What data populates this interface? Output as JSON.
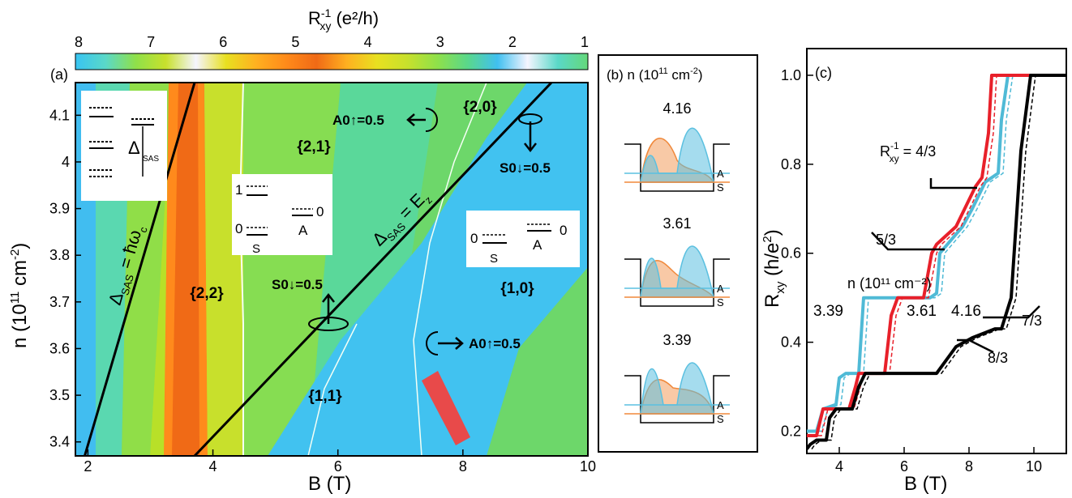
{
  "colorbar": {
    "label": "R",
    "label_sup": "-1",
    "label_sub": "xy",
    "label_units": " (e²/h)",
    "ticks": [
      "8",
      "7",
      "6",
      "5",
      "4",
      "3",
      "2",
      "1"
    ],
    "stops": [
      "#38c4f2",
      "#5ad8c8",
      "#8fe04a",
      "#c8e02c",
      "#f5f5ff",
      "#e8e020",
      "#ffb020",
      "#ff8a1a",
      "#f06a16",
      "#ffb020",
      "#e8e020",
      "#c8e02c",
      "#8fe04a",
      "#5ad88a",
      "#40c0f0",
      "#f5f5ff",
      "#5ad8c8",
      "#64d87a"
    ]
  },
  "panel_a": {
    "label": "(a)",
    "xlabel": "B (T)",
    "ylabel_main": "n (10",
    "ylabel_sup": "11",
    "ylabel_tail": " cm",
    "ylabel_sup2": "-2",
    "ylabel_end": ")",
    "xticks": [
      "2",
      "4",
      "6",
      "8",
      "10"
    ],
    "yticks": [
      "3.4",
      "3.5",
      "3.6",
      "3.7",
      "3.8",
      "3.9",
      "4",
      "4.1"
    ],
    "regions": [
      "{2,0}",
      "{2,1}",
      "{2,2}",
      "{1,0}",
      "{1,1}"
    ],
    "annotations": {
      "a0_up_top": "A0↑=0.5",
      "s0_down_top": "S0↓=0.5",
      "s0_down_mid": "S0↓=0.5",
      "a0_up_bot": "A0↑=0.5",
      "delta": "Δ",
      "sas": "SAS",
      "eq_hw": " = ħω",
      "c": "c",
      "eq_ez": " = E",
      "z": "z",
      "inset_sas": "SAS",
      "inset_one": "1",
      "inset_zero": "0",
      "inset_zero2": "0",
      "inset_s": "S",
      "inset_a": "A",
      "inset2_zero": "0",
      "inset2_zero2": "0",
      "inset2_s": "S",
      "inset2_a": "A"
    }
  },
  "panel_b": {
    "label": "(b)",
    "title_main": "n (10",
    "title_sup": "11",
    "title_tail": " cm",
    "title_sup2": "-2",
    "title_end": ")",
    "densities": [
      "4.16",
      "3.61",
      "3.39"
    ],
    "legend_a": "A",
    "legend_s": "S",
    "colors": {
      "A": "#5bc0e0",
      "S": "#f0883a"
    }
  },
  "chart_data": {
    "type": "line",
    "title": "",
    "xlabel": "B (T)",
    "ylabel": "Rxy (h/e²)",
    "xlim": [
      3,
      11
    ],
    "ylim": [
      0.15,
      1.06
    ],
    "xticks": [
      "4",
      "6",
      "8",
      "10"
    ],
    "yticks": [
      "0.2",
      "0.4",
      "0.6",
      "0.8",
      "1.0"
    ],
    "legend_title": "n (10¹¹ cm⁻²)",
    "series": [
      {
        "name": "3.39",
        "color": "#4fbad6",
        "x": [
          3.0,
          3.3,
          3.5,
          3.9,
          4.0,
          4.2,
          4.6,
          4.75,
          4.9,
          6.8,
          7.0,
          7.1,
          7.8,
          8.1,
          8.5,
          8.9,
          9.0,
          9.2,
          11.0
        ],
        "y": [
          0.2,
          0.2,
          0.25,
          0.26,
          0.32,
          0.33,
          0.33,
          0.5,
          0.5,
          0.5,
          0.51,
          0.6,
          0.66,
          0.7,
          0.76,
          0.78,
          0.9,
          1.0,
          1.0
        ]
      },
      {
        "name": "3.61",
        "color": "#e8202a",
        "x": [
          3.0,
          3.3,
          3.5,
          4.3,
          4.5,
          4.6,
          5.4,
          5.6,
          5.8,
          6.6,
          6.85,
          7.0,
          7.6,
          8.2,
          8.4,
          8.6,
          8.7,
          11.0
        ],
        "y": [
          0.19,
          0.19,
          0.25,
          0.25,
          0.3,
          0.33,
          0.33,
          0.46,
          0.5,
          0.5,
          0.6,
          0.62,
          0.66,
          0.75,
          0.77,
          0.87,
          1.0,
          1.0
        ]
      },
      {
        "name": "4.16",
        "color": "#000000",
        "x": [
          3.0,
          3.1,
          3.3,
          3.6,
          3.7,
          3.9,
          4.4,
          4.6,
          4.8,
          7.0,
          7.4,
          7.6,
          8.1,
          8.8,
          9.0,
          9.3,
          9.6,
          9.9,
          11.0
        ],
        "y": [
          0.16,
          0.17,
          0.18,
          0.18,
          0.23,
          0.25,
          0.25,
          0.3,
          0.33,
          0.33,
          0.37,
          0.39,
          0.41,
          0.43,
          0.43,
          0.5,
          0.83,
          1.0,
          1.0
        ]
      }
    ],
    "labels": {
      "l339": "3.39",
      "l361": "3.61",
      "l416": "4.16",
      "f43": "= 4/3",
      "f53": "5/3",
      "f73": "7/3",
      "f83": "8/3",
      "rinv": "R",
      "rinv_sup": "-1",
      "rinv_sub": "xy"
    },
    "panel_label": "(c)"
  }
}
